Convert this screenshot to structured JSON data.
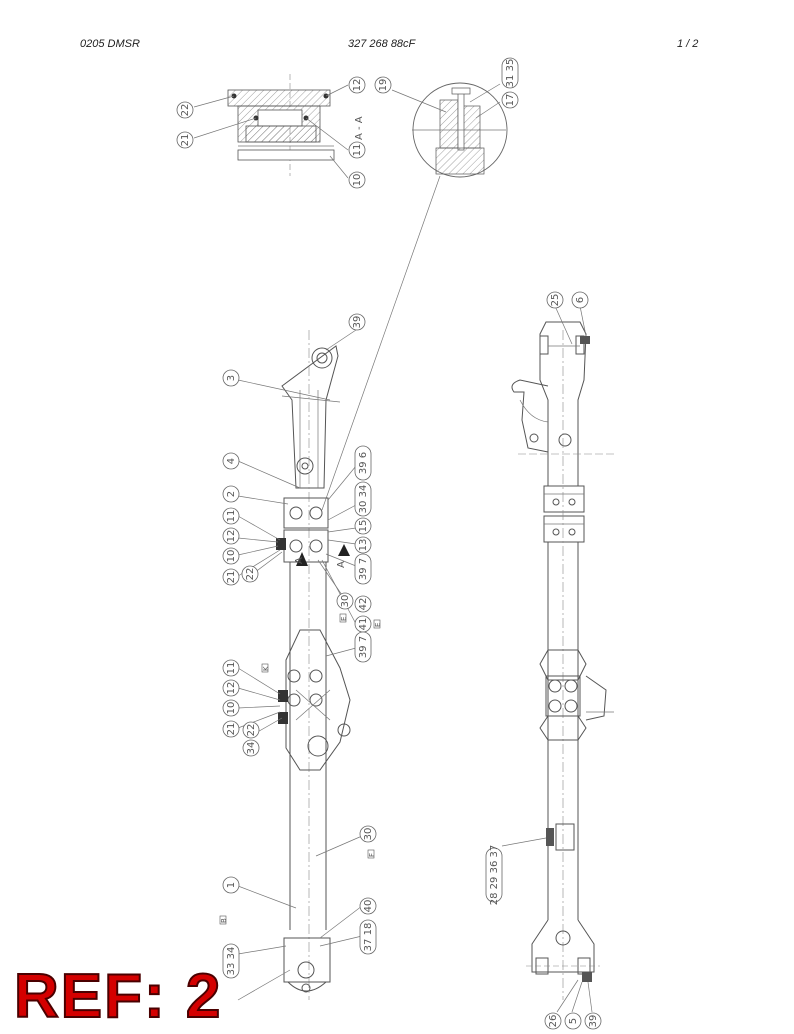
{
  "header": {
    "left": "0205 DMSR",
    "center": "327 268 88cF",
    "right": "1 /   2"
  },
  "ref_badge": "REF: 2",
  "section_label": "A - A",
  "view_letter_a": "A",
  "callouts": {
    "top": [
      "22",
      "21",
      "12",
      "11",
      "10",
      "19",
      "31 35",
      "17"
    ],
    "left": [
      "39",
      "3",
      "4",
      "2",
      "11",
      "12",
      "10",
      "21",
      "22",
      "39 6",
      "30 34",
      "15",
      "13",
      "39 7",
      "30",
      "42",
      "41",
      "39 7",
      "11",
      "12",
      "10",
      "21",
      "22",
      "34",
      "30",
      "1",
      "33 34",
      "40",
      "37 18"
    ],
    "right": [
      "25",
      "6",
      "28 29 36 37",
      "26",
      "5",
      "39"
    ]
  },
  "markers": [
    "E",
    "E",
    "K",
    "F",
    "B"
  ]
}
